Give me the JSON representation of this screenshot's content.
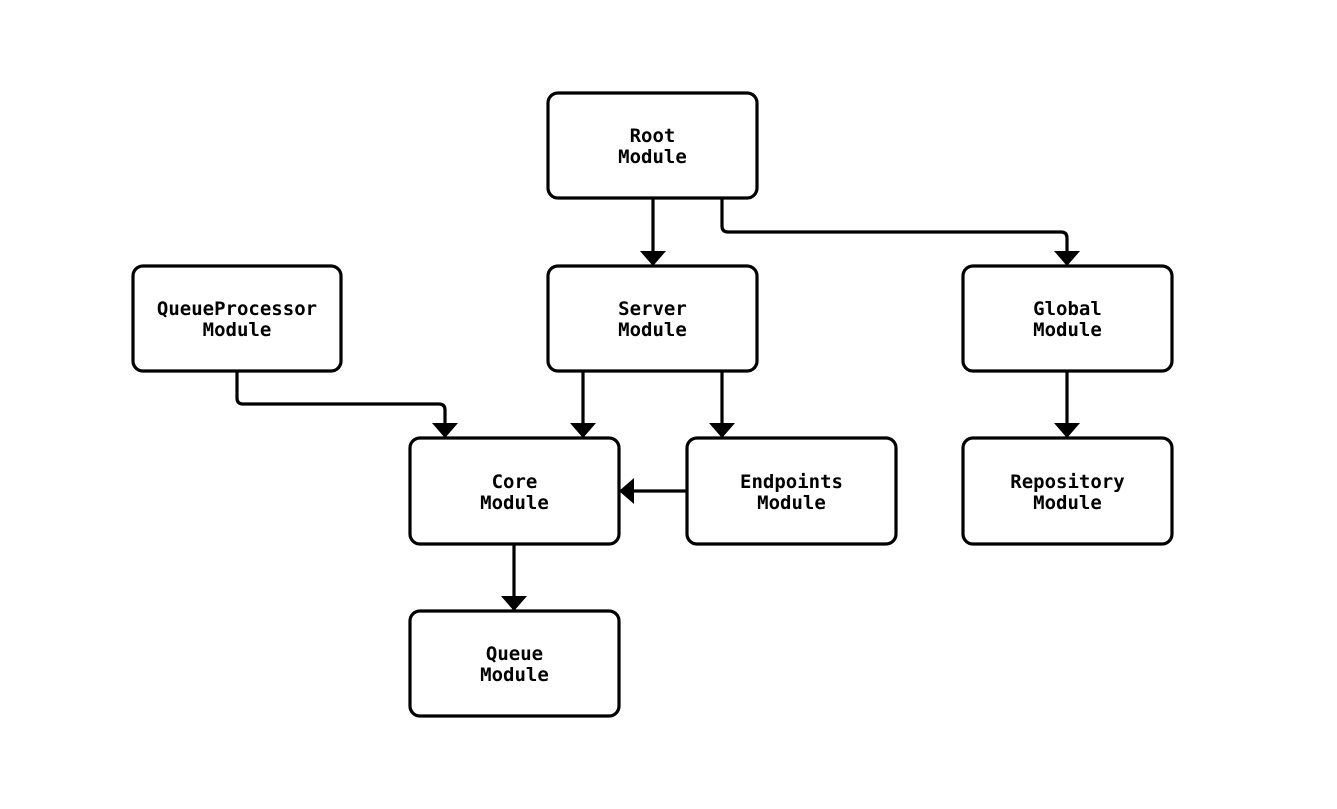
{
  "diagram": {
    "type": "flowchart",
    "orientation": "top-down",
    "colors": {
      "background": "#ffffff",
      "node_fill": "#ffffff",
      "node_border": "#000000",
      "edge": "#000000",
      "text": "#000000"
    },
    "nodes": {
      "root": {
        "label": "Root Module",
        "line1": "Root",
        "line2": "Module"
      },
      "queueprocessor": {
        "label": "QueueProcessor Module",
        "line1": "QueueProcessor",
        "line2": "Module"
      },
      "server": {
        "label": "Server Module",
        "line1": "Server",
        "line2": "Module"
      },
      "global": {
        "label": "Global Module",
        "line1": "Global",
        "line2": "Module"
      },
      "core": {
        "label": "Core Module",
        "line1": "Core",
        "line2": "Module"
      },
      "endpoints": {
        "label": "Endpoints Module",
        "line1": "Endpoints",
        "line2": "Module"
      },
      "repository": {
        "label": "Repository Module",
        "line1": "Repository",
        "line2": "Module"
      },
      "queue": {
        "label": "Queue Module",
        "line1": "Queue",
        "line2": "Module"
      }
    },
    "edges": [
      {
        "from": "Root Module",
        "to": "Server Module"
      },
      {
        "from": "Root Module",
        "to": "Global Module"
      },
      {
        "from": "QueueProcessor Module",
        "to": "Core Module"
      },
      {
        "from": "Server Module",
        "to": "Core Module"
      },
      {
        "from": "Server Module",
        "to": "Endpoints Module"
      },
      {
        "from": "Endpoints Module",
        "to": "Core Module"
      },
      {
        "from": "Global Module",
        "to": "Repository Module"
      },
      {
        "from": "Core Module",
        "to": "Queue Module"
      }
    ]
  }
}
